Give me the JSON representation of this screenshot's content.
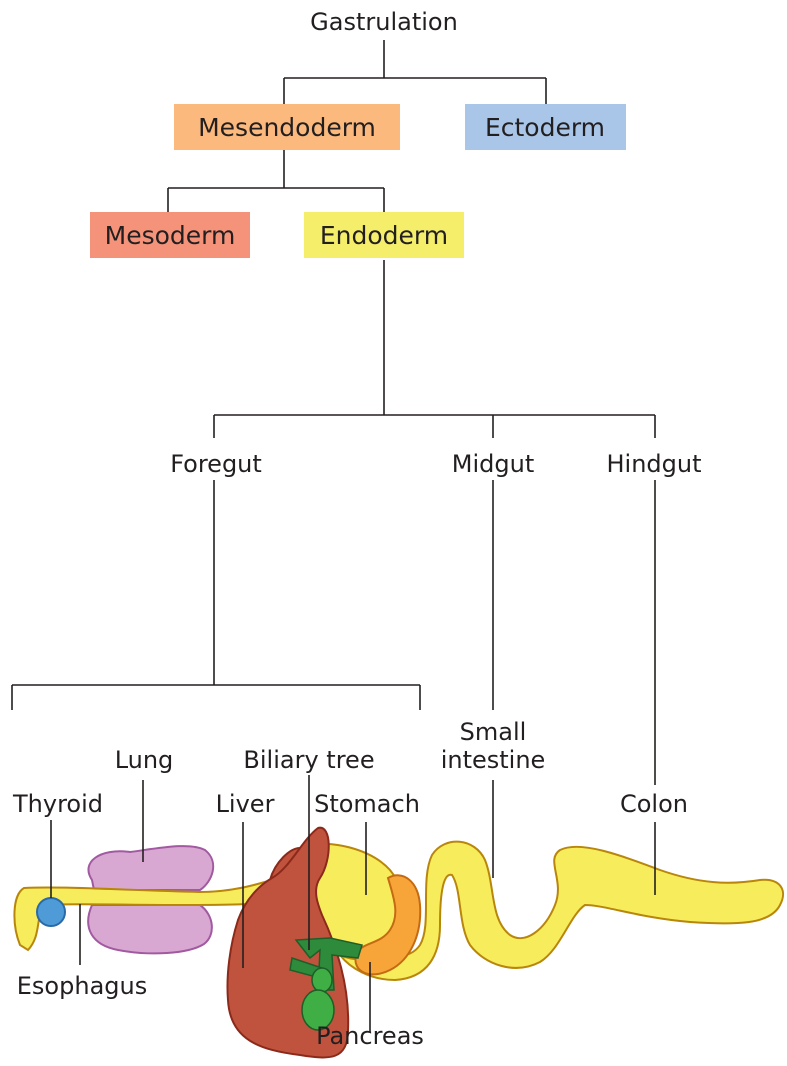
{
  "tree": {
    "root": "Gastrulation",
    "mesendoderm": "Mesendoderm",
    "ectoderm": "Ectoderm",
    "mesoderm": "Mesoderm",
    "endoderm": "Endoderm",
    "foregut": "Foregut",
    "midgut": "Midgut",
    "hindgut": "Hindgut"
  },
  "organs": {
    "thyroid": "Thyroid",
    "lung": "Lung",
    "liver": "Liver",
    "biliary_tree": "Biliary tree",
    "stomach": "Stomach",
    "small_intestine_line1": "Small",
    "small_intestine_line2": "intestine",
    "colon": "Colon",
    "esophagus": "Esophagus",
    "pancreas": "Pancreas"
  },
  "colors": {
    "mesendoderm": "#fbb97e",
    "ectoderm": "#a9c6e8",
    "mesoderm": "#f4937a",
    "endoderm": "#f5ee6a",
    "gut": "#f7ec5c",
    "gut_outline": "#b8860b",
    "liver": "#c0533d",
    "liver_outline": "#8b2a1a",
    "lung": "#d8a8d3",
    "lung_outline": "#a15aa0",
    "stomach_orange": "#f7a539",
    "biliary": "#2e8b3c",
    "pancreas": "#3fae45",
    "thyroid": "#4e9bd8"
  }
}
